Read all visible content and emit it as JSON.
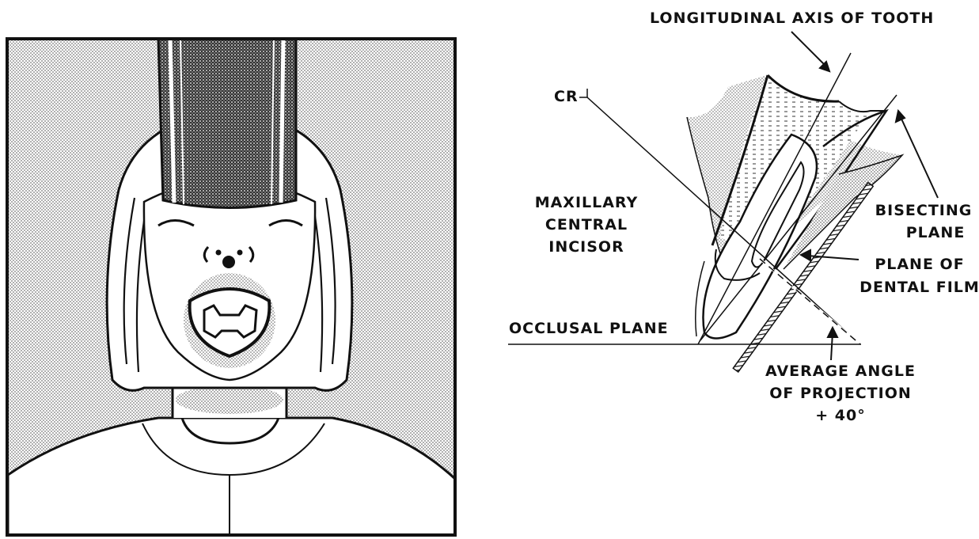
{
  "colors": {
    "ink": "#111111",
    "stipple": "#8a8a8a",
    "paper": "#ffffff"
  },
  "left_panel": {
    "subject": "patient-with-open-mouth",
    "cone": "x-ray-cone-icon"
  },
  "right_panel": {
    "labels": {
      "longitudinal_axis": "LONGITUDINAL AXIS OF TOOTH",
      "cr": "CR",
      "incisor_line1": "MAXILLARY",
      "incisor_line2": "CENTRAL",
      "incisor_line3": "INCISOR",
      "bisecting_line1": "BISECTING",
      "bisecting_line2": "PLANE",
      "film_line1": "PLANE OF",
      "film_line2": "DENTAL FILM",
      "occlusal": "OCCLUSAL PLANE",
      "angle_line1": "AVERAGE ANGLE",
      "angle_line2": "OF PROJECTION",
      "angle_line3": "+ 40°"
    }
  }
}
